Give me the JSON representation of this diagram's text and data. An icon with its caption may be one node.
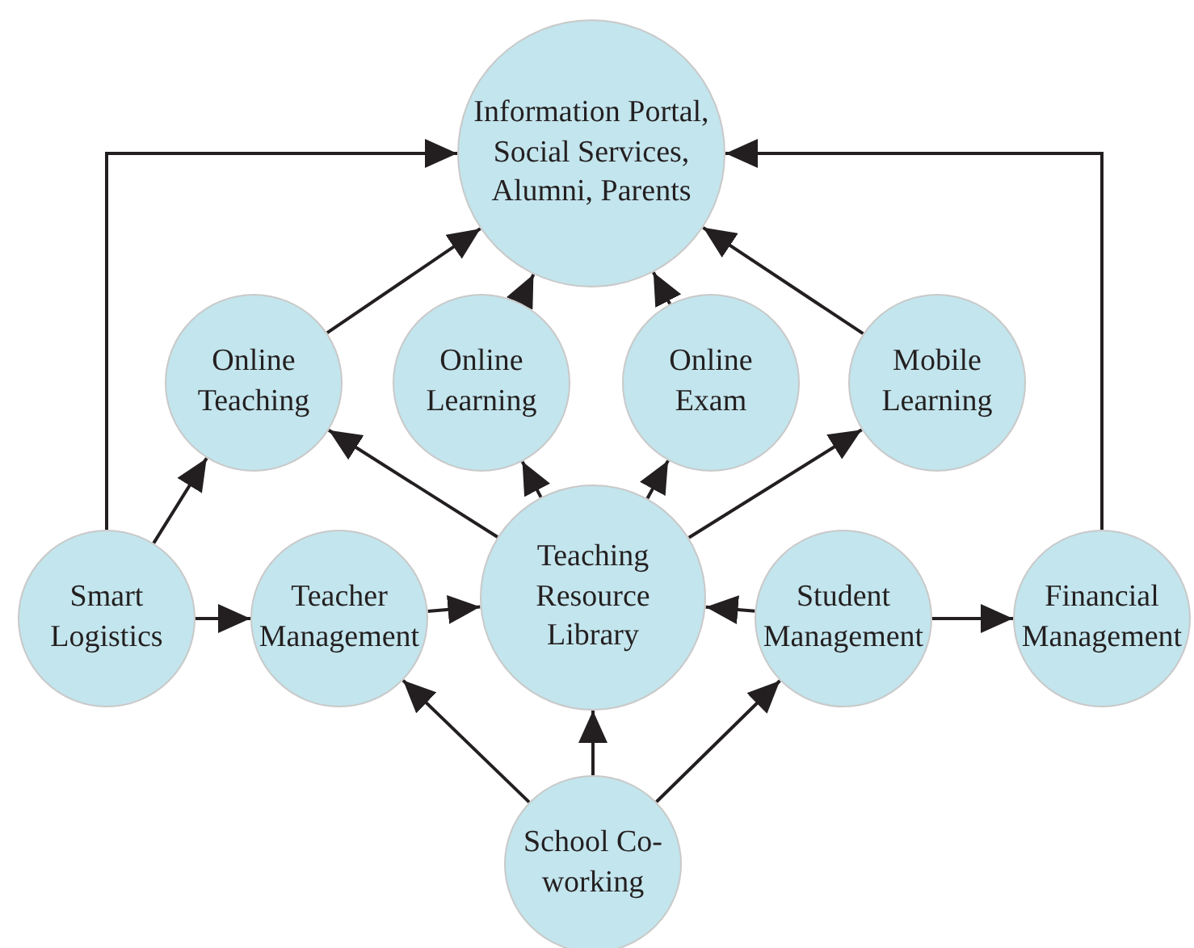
{
  "diagram": {
    "nodes": [
      {
        "text": [
          "Information Portal, Social Services, Alumni, Parents"
        ]
      },
      {
        "text": [
          "Online Teaching"
        ]
      },
      {
        "text": [
          "Online Learning"
        ]
      },
      {
        "text": [
          "Online Exam"
        ]
      },
      {
        "text": [
          "Mobile Learning"
        ]
      },
      {
        "text": [
          "Smart Logistics"
        ]
      },
      {
        "text": [
          "Teacher Management"
        ]
      },
      {
        "text": [
          "Teaching Resource Library"
        ]
      },
      {
        "text": [
          "Student Management"
        ]
      },
      {
        "text": [
          "Financial Management"
        ]
      },
      {
        "text": [
          "School Co-working"
        ]
      }
    ],
    "edges": [
      {
        "from": 1,
        "to": 0,
        "arrow": "to"
      },
      {
        "from": 2,
        "to": 0,
        "arrow": "to"
      },
      {
        "from": 3,
        "to": 0,
        "arrow": "to"
      },
      {
        "from": 4,
        "to": 0,
        "arrow": "to"
      },
      {
        "from": 5,
        "to": 0,
        "arrow": "to"
      },
      {
        "from": 9,
        "to": 0,
        "arrow": "to"
      },
      {
        "from": 5,
        "to": 1,
        "arrow": "to"
      },
      {
        "from": 7,
        "to": 1,
        "arrow": "to"
      },
      {
        "from": 7,
        "to": 2,
        "arrow": "to"
      },
      {
        "from": 7,
        "to": 3,
        "arrow": "to"
      },
      {
        "from": 7,
        "to": 4,
        "arrow": "to"
      },
      {
        "from": 5,
        "to": 6,
        "arrow": "to"
      },
      {
        "from": 6,
        "to": 7,
        "arrow": "to"
      },
      {
        "from": 8,
        "to": 7,
        "arrow": "to"
      },
      {
        "from": 8,
        "to": 9,
        "arrow": "to"
      },
      {
        "from": 10,
        "to": 6,
        "arrow": "to"
      },
      {
        "from": 10,
        "to": 7,
        "arrow": "to"
      },
      {
        "from": 10,
        "to": 8,
        "arrow": "to"
      }
    ]
  }
}
